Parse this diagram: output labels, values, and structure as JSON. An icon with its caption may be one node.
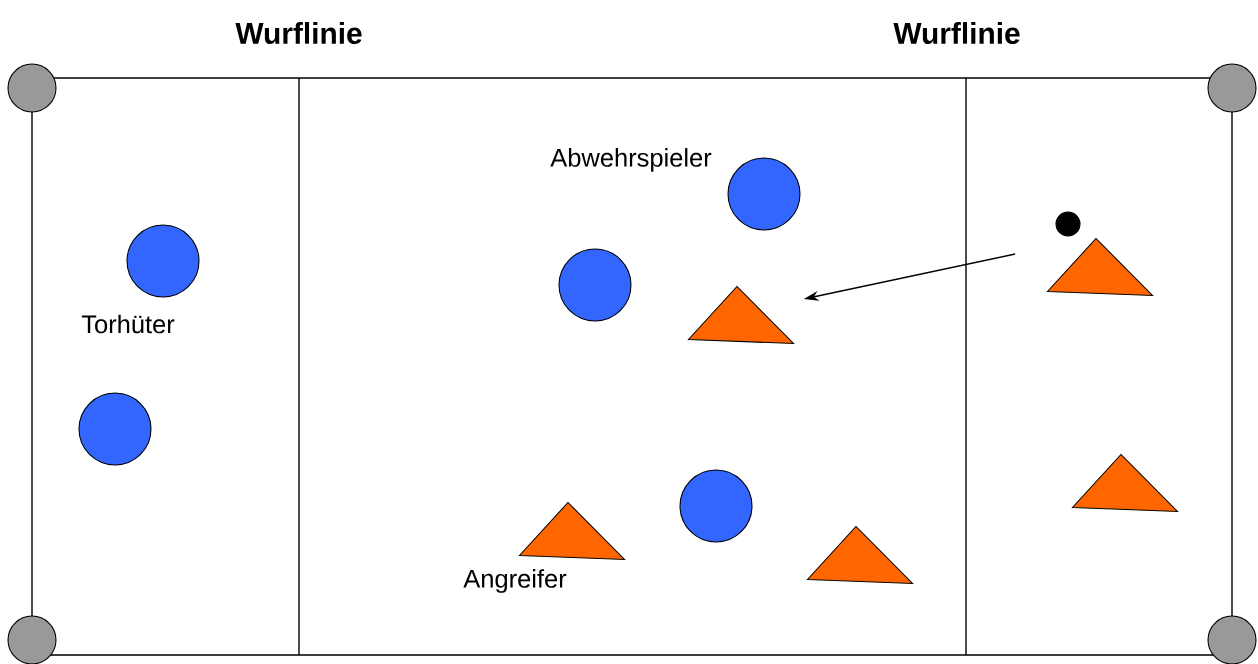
{
  "diagram": {
    "nodes": [
      {
        "text": [],
        "shape": "circle"
      },
      {
        "text": [],
        "shape": "circle"
      },
      {
        "text": [],
        "shape": "triangle"
      },
      {
        "text": [],
        "shape": "circle"
      },
      {
        "text": [],
        "shape": "circle"
      },
      {
        "text": [],
        "shape": "triangle"
      },
      {
        "text": [],
        "shape": "circle"
      },
      {
        "text": [],
        "shape": "triangle"
      },
      {
        "text": [],
        "shape": "circle"
      },
      {
        "text": [],
        "shape": "triangle"
      },
      {
        "text": [],
        "shape": "triangle"
      }
    ],
    "edges": [
      {
        "from": 9,
        "to": 5,
        "arrow": "to"
      }
    ],
    "labels": [
      "Wurflinie",
      "Wurflinie",
      "Abwehrspieler",
      "Torhüter",
      "Angreifer"
    ]
  }
}
